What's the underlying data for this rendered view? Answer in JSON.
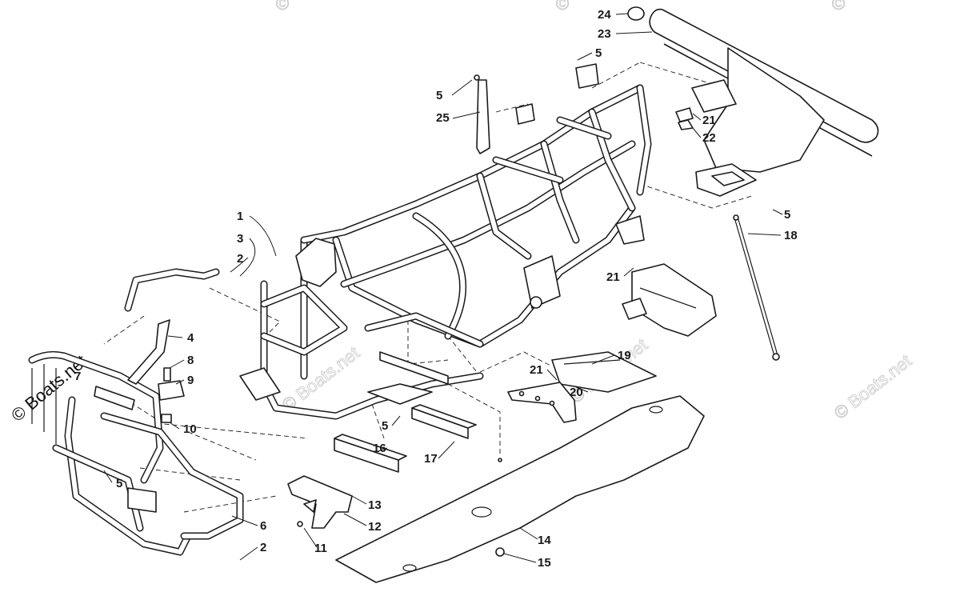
{
  "watermark": {
    "side_text": "© Boats.net",
    "corner_text": "© Boats.net",
    "center_text": "© Boats.net"
  },
  "callouts": [
    {
      "id": "c1",
      "text": "1"
    },
    {
      "id": "c3",
      "text": "3"
    },
    {
      "id": "c2a",
      "text": "2"
    },
    {
      "id": "c4",
      "text": "4"
    },
    {
      "id": "c8",
      "text": "8"
    },
    {
      "id": "c9",
      "text": "9"
    },
    {
      "id": "c10",
      "text": "10"
    },
    {
      "id": "c7",
      "text": "7"
    },
    {
      "id": "c5a",
      "text": "5"
    },
    {
      "id": "c6",
      "text": "6"
    },
    {
      "id": "c2b",
      "text": "2"
    },
    {
      "id": "c13",
      "text": "13"
    },
    {
      "id": "c12",
      "text": "12"
    },
    {
      "id": "c11",
      "text": "11"
    },
    {
      "id": "c5b",
      "text": "5"
    },
    {
      "id": "c16",
      "text": "16"
    },
    {
      "id": "c17",
      "text": "17"
    },
    {
      "id": "c14",
      "text": "14"
    },
    {
      "id": "c15",
      "text": "15"
    },
    {
      "id": "c21a",
      "text": "21"
    },
    {
      "id": "c20",
      "text": "20"
    },
    {
      "id": "c19",
      "text": "19"
    },
    {
      "id": "c21b",
      "text": "21"
    },
    {
      "id": "c18",
      "text": "18"
    },
    {
      "id": "c5c",
      "text": "5"
    },
    {
      "id": "c21c",
      "text": "21"
    },
    {
      "id": "c22",
      "text": "22"
    },
    {
      "id": "c5d",
      "text": "5"
    },
    {
      "id": "c25",
      "text": "25"
    },
    {
      "id": "c5e",
      "text": "5"
    },
    {
      "id": "c24",
      "text": "24"
    },
    {
      "id": "c23",
      "text": "23"
    }
  ]
}
